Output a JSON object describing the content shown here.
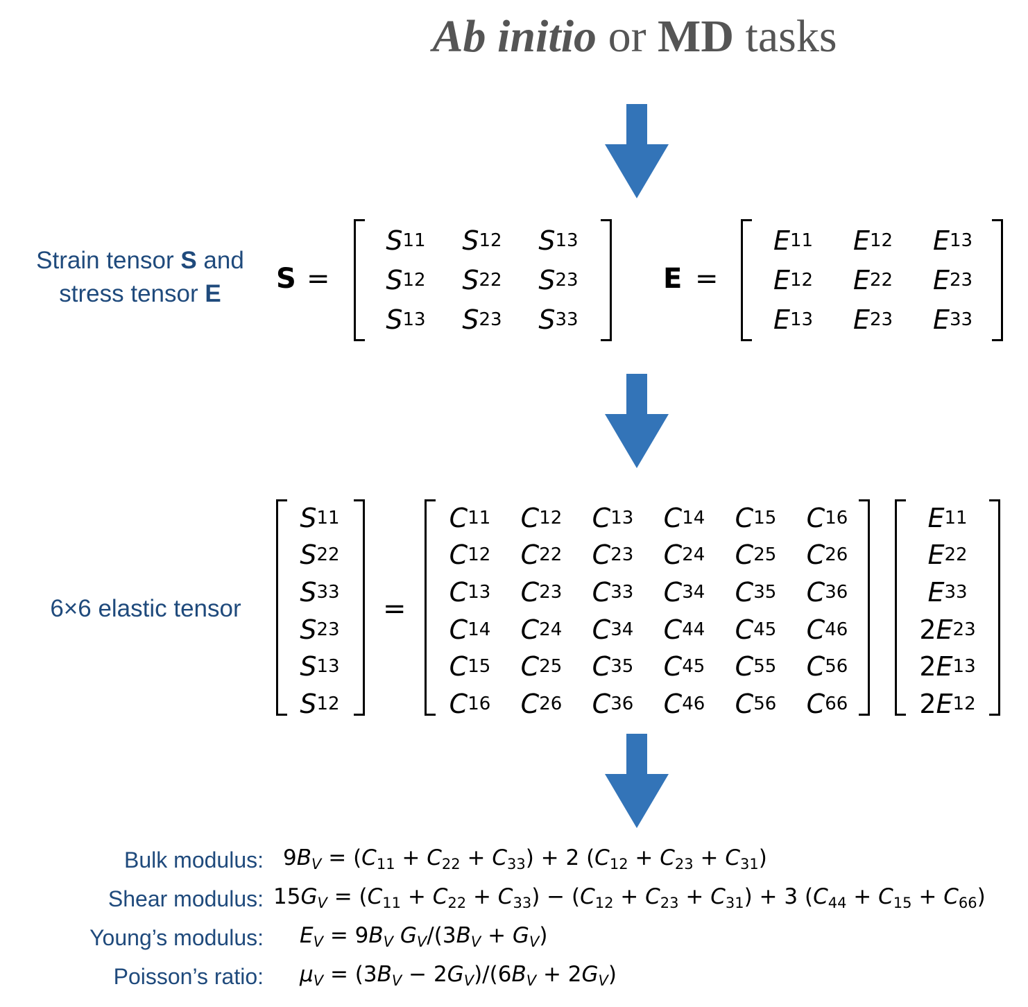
{
  "title": {
    "part1": "Ab initio",
    "part2": " or ",
    "part3": "MD",
    "part4": " tasks"
  },
  "colors": {
    "arrow": "#3374b8",
    "label": "#1f4a7c",
    "title": "#555555"
  },
  "strain_stress_label": {
    "line1_pre": "Strain tensor ",
    "line1_bold": "S",
    "line1_post": " and",
    "line2_pre": "stress tensor ",
    "line2_bold": "E"
  },
  "strain_matrix": {
    "symbol": "S",
    "equals": "=",
    "var": "S",
    "subs": [
      [
        "11",
        "12",
        "13"
      ],
      [
        "12",
        "22",
        "23"
      ],
      [
        "13",
        "23",
        "33"
      ]
    ]
  },
  "stress_matrix": {
    "symbol": "E",
    "equals": "=",
    "var": "E",
    "subs": [
      [
        "11",
        "12",
        "13"
      ],
      [
        "12",
        "22",
        "23"
      ],
      [
        "13",
        "23",
        "33"
      ]
    ]
  },
  "elastic_label": "6×6 elastic tensor",
  "elastic_equation": {
    "equals": "=",
    "lhs": {
      "var": "S",
      "subs": [
        "11",
        "22",
        "33",
        "23",
        "13",
        "12"
      ]
    },
    "c_var": "C",
    "c_subs": [
      [
        "11",
        "12",
        "13",
        "14",
        "15",
        "16"
      ],
      [
        "12",
        "22",
        "23",
        "24",
        "25",
        "26"
      ],
      [
        "13",
        "23",
        "33",
        "34",
        "35",
        "36"
      ],
      [
        "14",
        "24",
        "34",
        "44",
        "45",
        "46"
      ],
      [
        "15",
        "25",
        "35",
        "45",
        "55",
        "56"
      ],
      [
        "16",
        "26",
        "36",
        "46",
        "56",
        "66"
      ]
    ],
    "rhs": [
      {
        "coef": "",
        "var": "E",
        "sub": "11"
      },
      {
        "coef": "",
        "var": "E",
        "sub": "22"
      },
      {
        "coef": "",
        "var": "E",
        "sub": "33"
      },
      {
        "coef": "2",
        "var": "E",
        "sub": "23"
      },
      {
        "coef": "2",
        "var": "E",
        "sub": "13"
      },
      {
        "coef": "2",
        "var": "E",
        "sub": "12"
      }
    ]
  },
  "moduli": [
    {
      "label": "Bulk modulus:",
      "formula": "9B_V = (C_11 + C_22 + C_33) + 2 (C_12 + C_23 + C_31)"
    },
    {
      "label": "Shear modulus:",
      "formula": "15G_V = (C_11 + C_22 + C_33) − (C_12 + C_23 + C_31) + 3 (C_44 + C_15 + C_66)"
    },
    {
      "label": "Young’s modulus:",
      "formula": "E_V = 9B_V G_V/(3B_V + G_V)"
    },
    {
      "label": "Poisson’s ratio:",
      "formula": "μ_V = (3B_V − 2G_V)/(6B_V + 2G_V)"
    }
  ]
}
